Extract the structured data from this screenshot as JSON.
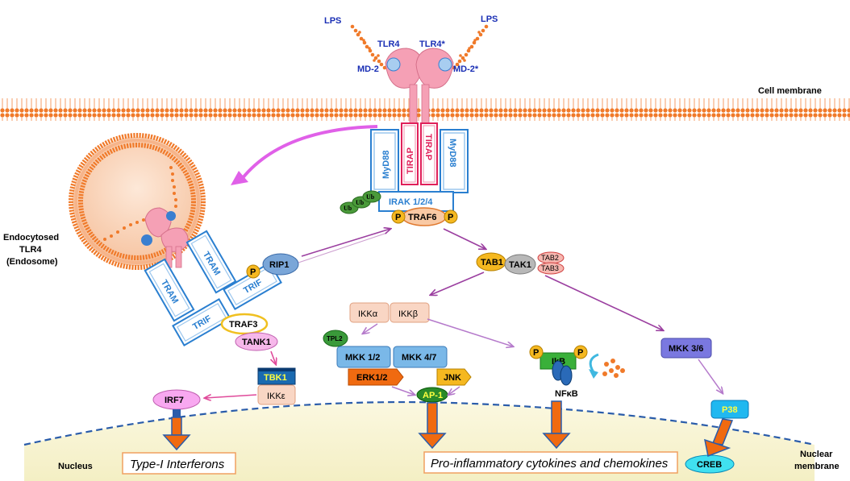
{
  "labels": {
    "lps_left": "LPS",
    "lps_right": "LPS",
    "tlr4": "TLR4",
    "tlr4_star": "TLR4*",
    "md2": "MD-2",
    "md2_star": "MD-2*",
    "cell_membrane": "Cell membrane",
    "endocytosed_line1": "Endocytosed",
    "endocytosed_line2": "TLR4",
    "endocytosed_line3": "(Endosome)",
    "myd88_left": "MyD88",
    "myd88_right": "MyD88",
    "tirap_left": "TIRAP",
    "tirap_right": "TIRAP",
    "irak": "IRAK 1/2/4",
    "ub": "Ub",
    "p": "P",
    "traf6": "TRAF6",
    "tab1": "TAB1",
    "tak1": "TAK1",
    "tab2": "TAB2",
    "tab3": "TAB3",
    "tram_left": "TRAM",
    "tram_right": "TRAM",
    "trif_left": "TRIF",
    "trif_right": "TRIF",
    "rip1": "RIP1",
    "traf3": "TRAF3",
    "tank1": "TANK1",
    "tbk1": "TBK1",
    "ikke": "IKKε",
    "irf7": "IRF7",
    "ikka": "IKKα",
    "ikkb": "IKKβ",
    "tpl2": "TPL2",
    "mkk12": "MKK 1/2",
    "mkk47": "MKK 4/7",
    "erk12": "ERK1/2",
    "jnk": "JNK",
    "ap1": "AP-1",
    "ikb": "IkB",
    "nfkb": "NFκB",
    "mkk36": "MKK 3/6",
    "p38": "P38",
    "creb": "CREB",
    "nucleus": "Nucleus",
    "nuclear_membrane_line1": "Nuclear",
    "nuclear_membrane_line2": "membrane",
    "type1_ifn": "Type-I Interferons",
    "cytokines": "Pro-inflammatory cytokines and chemokines"
  },
  "colors": {
    "label_blue": "#1a2fb5",
    "membrane": "#f07a2a",
    "receptor": "#f5a0b5",
    "md2": "#3a7fd0",
    "myd88_border": "#2a7fd0",
    "tirap_border": "#e0205a",
    "arrow_purple": "#9b3fa0",
    "arrow_pink": "#e04a9a",
    "nucleus_fill": "#faf6d8",
    "output_arrow": "#f06a10",
    "output_box_border": "#f0a060"
  }
}
